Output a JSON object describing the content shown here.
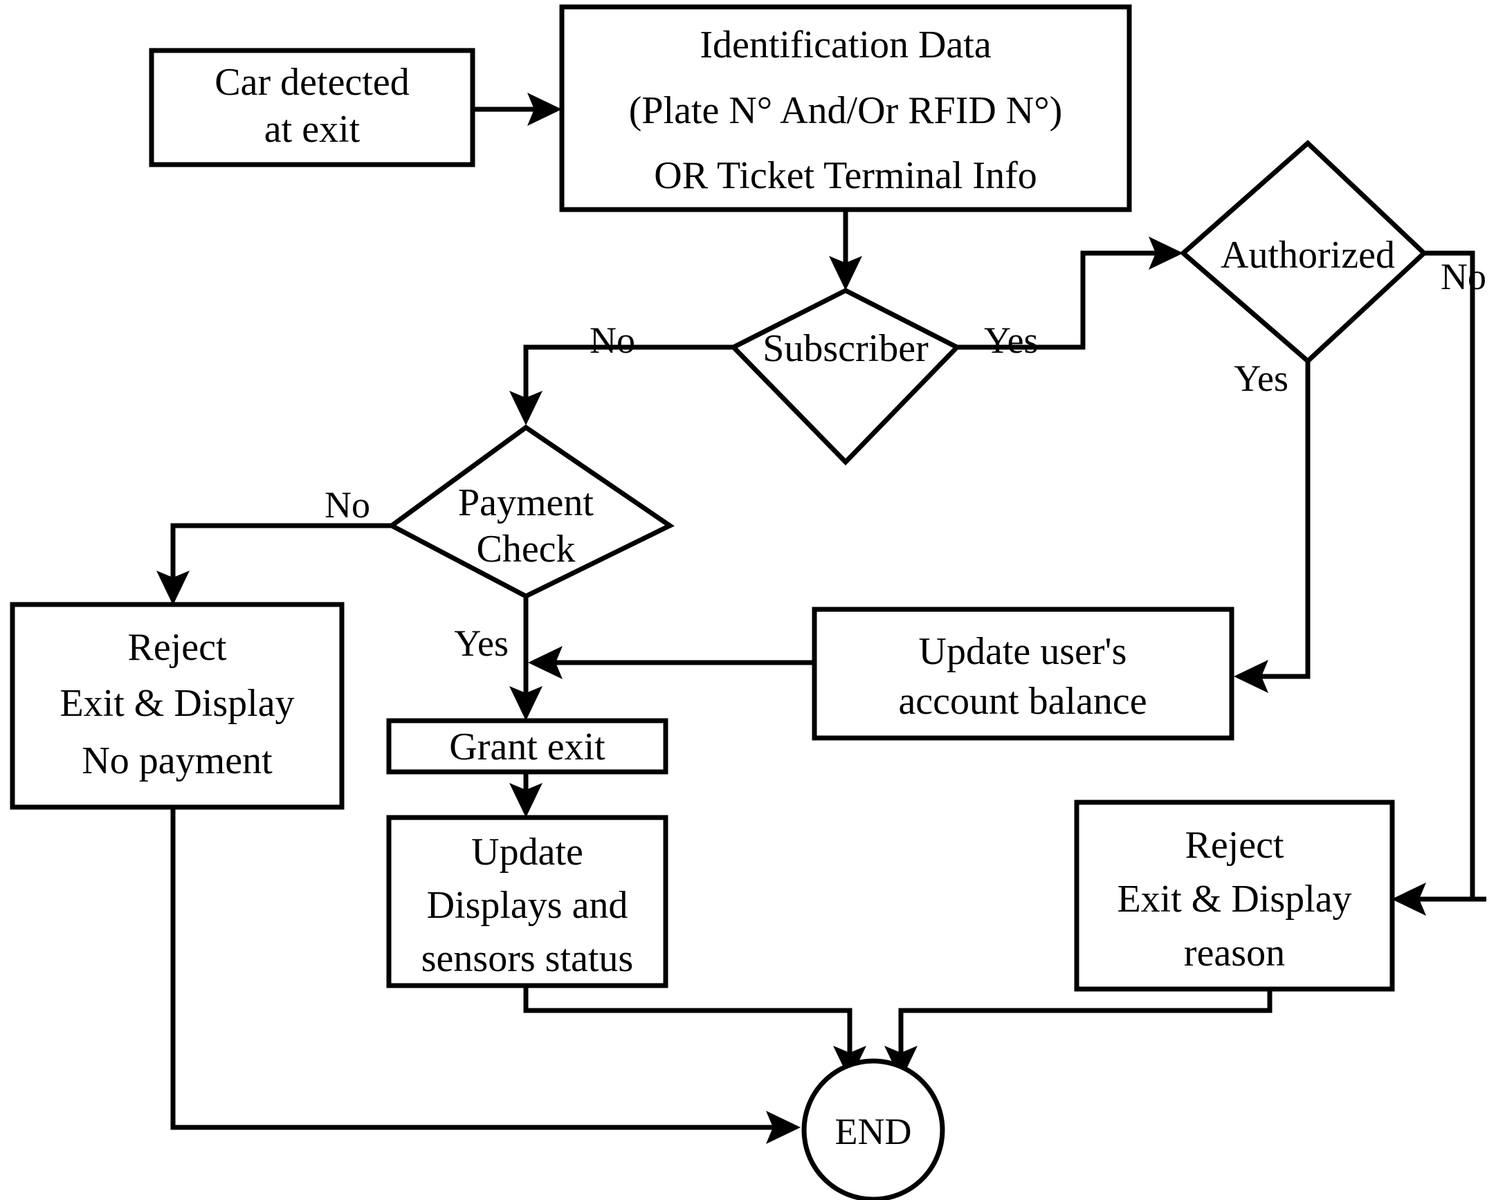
{
  "diagram": {
    "title": "Car exit control flowchart",
    "background_color": "#ffffff",
    "line_color": "#000000",
    "nodes": {
      "car_detected": {
        "shape": "rectangle",
        "lines": [
          "Car detected",
          "at exit"
        ]
      },
      "identification": {
        "shape": "rectangle",
        "lines": [
          "Identification Data",
          "(Plate N° And/Or RFID N°)",
          "OR Ticket Terminal Info"
        ]
      },
      "subscriber": {
        "shape": "diamond",
        "lines": [
          "Subscriber"
        ]
      },
      "authorized": {
        "shape": "diamond",
        "lines": [
          "Authorized"
        ]
      },
      "payment_check": {
        "shape": "diamond",
        "lines": [
          "Payment",
          "Check"
        ]
      },
      "reject_no_payment": {
        "shape": "rectangle",
        "lines": [
          "Reject",
          "Exit & Display",
          "No payment"
        ]
      },
      "update_balance": {
        "shape": "rectangle",
        "lines": [
          "Update user's",
          "account balance"
        ]
      },
      "grant_exit": {
        "shape": "rectangle",
        "lines": [
          "Grant exit"
        ]
      },
      "update_displays": {
        "shape": "rectangle",
        "lines": [
          "Update",
          "Displays and",
          "sensors status"
        ]
      },
      "reject_reason": {
        "shape": "rectangle",
        "lines": [
          "Reject",
          "Exit & Display",
          "reason"
        ]
      },
      "end": {
        "shape": "circle",
        "lines": [
          "END"
        ]
      }
    },
    "edge_labels": {
      "subscriber_no": "No",
      "subscriber_yes": "Yes",
      "authorized_yes": "Yes",
      "authorized_no": "No",
      "payment_no": "No",
      "payment_yes": "Yes"
    }
  }
}
